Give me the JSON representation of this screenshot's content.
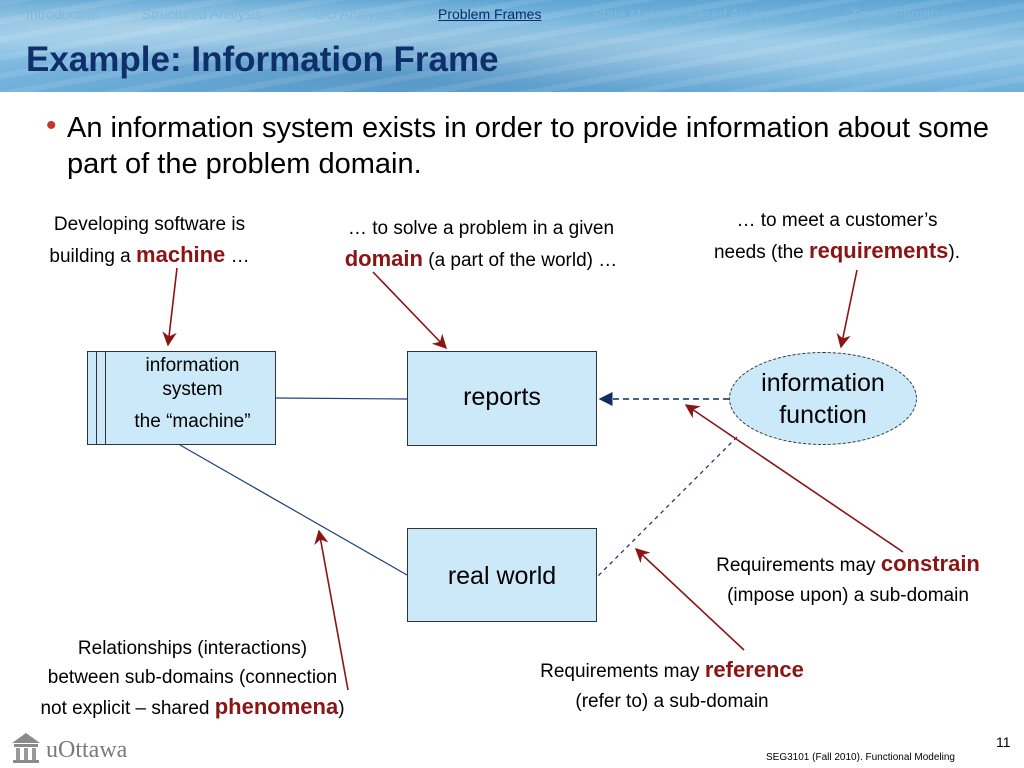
{
  "nav": {
    "items": [
      {
        "label": "Introduction",
        "active": false
      },
      {
        "label": "Structured Analysis",
        "active": false
      },
      {
        "label": "OO Analysis",
        "active": false
      },
      {
        "label": "Problem Frames",
        "active": true
      },
      {
        "label": "State Machine-Based Analysis",
        "active": false
      },
      {
        "label": "Triage/Prioritization",
        "active": false
      }
    ]
  },
  "slide": {
    "title": "Example: Information Frame",
    "bullet": "An information system exists in order to provide information about some part of the problem domain."
  },
  "annotations": {
    "machine_a": "Developing software is",
    "machine_b": "building a ",
    "machine_kw": "machine",
    "machine_c": " …",
    "domain_a": "… to solve a problem in a given",
    "domain_kw": "domain",
    "domain_b": " (a part of the world) …",
    "req_a": "… to meet a customer’s",
    "req_b": "needs (the ",
    "req_kw": "requirements",
    "req_c": ").",
    "constrain_a": "Requirements may ",
    "constrain_kw": "constrain",
    "constrain_b": "(impose upon) a sub-domain",
    "reference_a": "Requirements may ",
    "reference_kw": "reference",
    "reference_b": "(refer to) a sub-domain",
    "phen_a": "Relationships (interactions)",
    "phen_b": "between sub-domains (connection",
    "phen_c": "not explicit – shared ",
    "phen_kw": "phenomena",
    "phen_d": ")"
  },
  "diagram": {
    "machine_line1": "information",
    "machine_line2": "system",
    "machine_line3": "the “machine”",
    "reports": "reports",
    "real_world": "real world",
    "function_line1": "information",
    "function_line2": "function"
  },
  "footer": {
    "logo_text": "uOttawa",
    "page": "11",
    "course": "SEG3101 (Fall 2010).   Functional Modeling"
  },
  "colors": {
    "title": "#0e2f6a",
    "keyword": "#8b1414",
    "box_fill": "#cbe9f8",
    "arrow": "#8b1414",
    "link_line": "#1f3f7a"
  }
}
